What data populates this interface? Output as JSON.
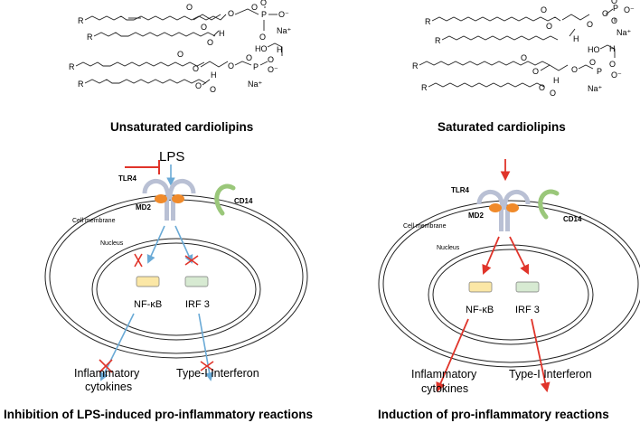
{
  "structures": {
    "left": {
      "caption": "Unsaturated cardiolipins",
      "atoms": {
        "R": "R",
        "O": "O",
        "P": "P",
        "H": "H",
        "HO": "HO",
        "O_minus": "O⁻",
        "Na_plus": "Na⁺"
      }
    },
    "right": {
      "caption": "Saturated cardiolipins",
      "atoms": {
        "R": "R",
        "O": "O",
        "P": "P",
        "H": "H",
        "HO": "HO",
        "O_minus": "O⁻",
        "Na_plus": "Na⁺"
      }
    }
  },
  "panels": {
    "left": {
      "stimulus_label": "LPS",
      "receptor_label": "TLR4",
      "coreceptor_label": "MD2",
      "cd14_label": "CD14",
      "membrane_label": "Cell membrane",
      "nucleus_label": "Nucleus",
      "factor1_label": "NF-κB",
      "factor2_label": "IRF 3",
      "output1_line1": "Inflammatory",
      "output1_line2": "cytokines",
      "output2_label": "Type-I Interferon",
      "caption": "Inhibition of LPS-induced pro-inflammatory reactions"
    },
    "right": {
      "receptor_label": "TLR4",
      "coreceptor_label": "MD2",
      "cd14_label": "CD14",
      "membrane_label": "Cell membrane",
      "nucleus_label": "Nucleus",
      "factor1_label": "NF-κB",
      "factor2_label": "IRF 3",
      "output1_line1": "Inflammatory",
      "output1_line2": "cytokines",
      "output2_label": "Type-I Interferon",
      "caption": "Induction of pro-inflammatory reactions"
    }
  },
  "colors": {
    "inhibit_red": "#e0342a",
    "signal_blue": "#6aaad6",
    "receptor_gray": "#b9c0d4",
    "md2_orange": "#f08a2a",
    "cd14_green": "#9ac77a",
    "nfkb_fill": "#fbe7a6",
    "irf3_fill": "#d7ead2",
    "tlr4_text": "#a8b4cc",
    "md2_text": "#e0342a",
    "cd14_text": "#6ea84a"
  }
}
